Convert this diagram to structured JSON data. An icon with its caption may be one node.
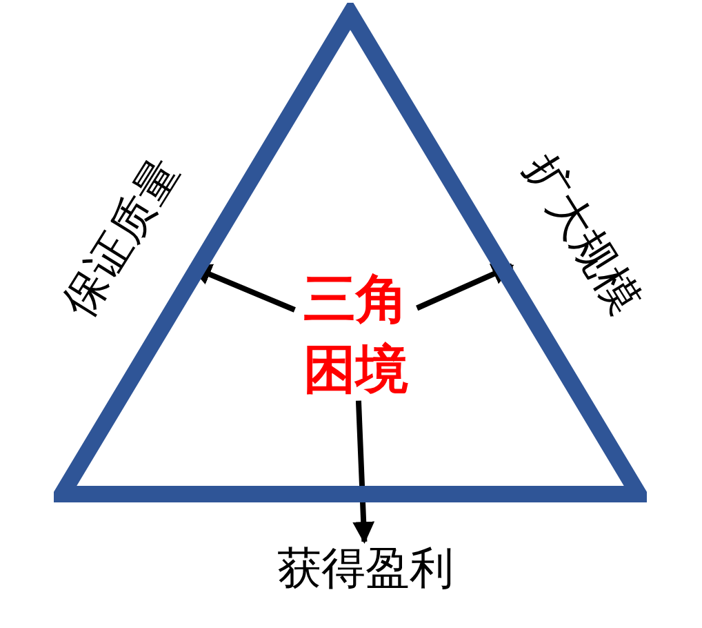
{
  "diagram": {
    "nodes": [
      {
        "text": [],
        "shape": "triangle"
      },
      {
        "text": [
          "三角困境"
        ],
        "in": 0
      },
      {
        "text": [
          "保证质量"
        ]
      },
      {
        "text": [
          "扩大规模"
        ]
      },
      {
        "text": [
          "获得盈利"
        ]
      }
    ],
    "edges": [
      {
        "from": 1,
        "to": 2,
        "arrow": "to"
      },
      {
        "from": 1,
        "to": 3,
        "arrow": "to"
      },
      {
        "from": 1,
        "to": 4,
        "arrow": "to"
      }
    ]
  }
}
